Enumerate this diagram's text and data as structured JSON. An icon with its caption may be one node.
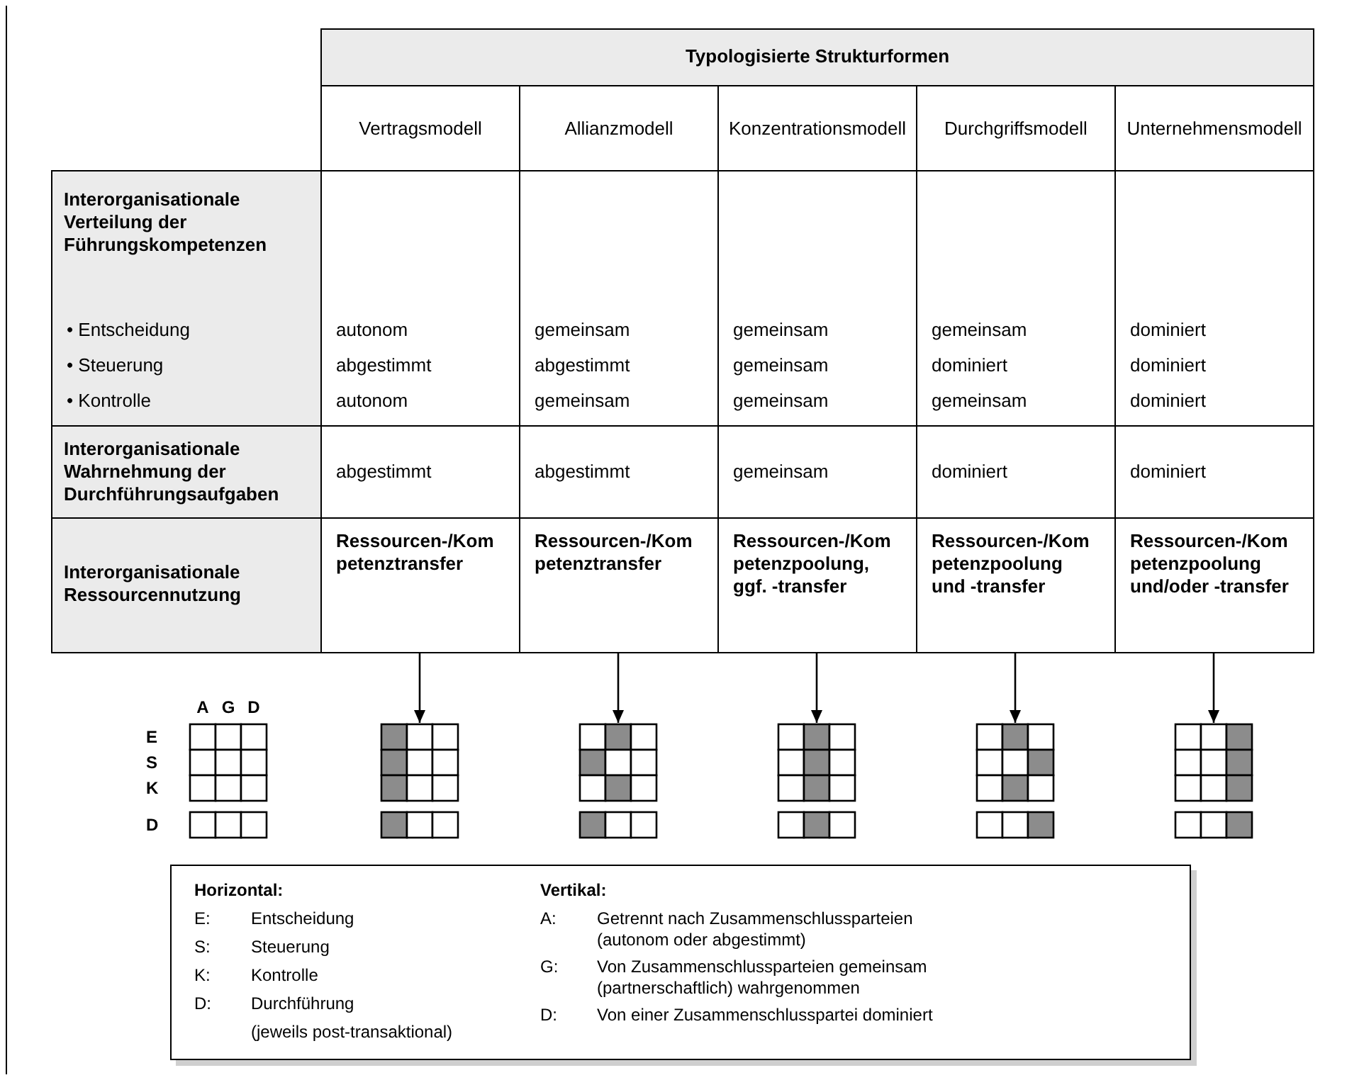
{
  "diagram": {
    "nodes": [
      {
        "text": [
          "Ressourcen-/Kompetenztransfer"
        ]
      },
      {
        "text": [
          "Ressourcen-/Kompetenztransfer"
        ]
      },
      {
        "text": [
          "Ressourcen-/Kompetenzpoolung, ggf. -transfer"
        ]
      },
      {
        "text": [
          "Ressourcen-/Kompetenzpoolung und -transfer"
        ]
      },
      {
        "text": [
          "Ressourcen-/Kompetenzpoolung und/oder -transfer"
        ]
      },
      {
        "text": [],
        "shape": "grid"
      },
      {
        "text": [],
        "shape": "grid"
      },
      {
        "text": [],
        "shape": "grid"
      },
      {
        "text": [],
        "shape": "grid"
      },
      {
        "text": [],
        "shape": "grid"
      },
      {
        "text": [],
        "shape": "grid"
      }
    ],
    "edges": [
      {
        "from": 0,
        "to": 6,
        "arrow": "to"
      },
      {
        "from": 1,
        "to": 7,
        "arrow": "to"
      },
      {
        "from": 2,
        "to": 8,
        "arrow": "to"
      },
      {
        "from": 3,
        "to": 9,
        "arrow": "to"
      },
      {
        "from": 4,
        "to": 10,
        "arrow": "to"
      }
    ],
    "labels": [
      "Typologisierte Strukturformen",
      "Vertragsmodell",
      "Allianzmodell",
      "Konzentrationsmodell",
      "Durchgriffsmodell",
      "Unternehmensmodell",
      "Interorganisationale Verteilung der Führungskompetenzen",
      "• Entscheidung",
      "autonom",
      "gemeinsam",
      "gemeinsam",
      "gemeinsam",
      "dominiert",
      "• Steuerung",
      "abgestimmt",
      "abgestimmt",
      "gemeinsam",
      "dominiert",
      "dominiert",
      "• Kontrolle",
      "autonom",
      "gemeinsam",
      "gemeinsam",
      "gemeinsam",
      "dominiert",
      "Interorganisationale Wahrnehmung der Durchführungsaufgaben",
      "abgestimmt",
      "abgestimmt",
      "gemeinsam",
      "dominiert",
      "dominiert",
      "Interorganisationale Ressourcennutzung",
      "A",
      "G",
      "D",
      "E",
      "S",
      "K",
      "D",
      "Horizontal:",
      "E:",
      "Entscheidung",
      "S:",
      "Steuerung",
      "K:",
      "Kontrolle",
      "D:",
      "Durchführung",
      "(jeweils post-transaktional)",
      "Vertikal:",
      "A:",
      "Getrennt nach Zusammenschlussparteien (autonom oder abgestimmt)",
      "G:",
      "Von Zusammenschlussparteien gemeinsam (partnerschaftlich) wahrgenommen",
      "D:",
      "Von einer Zusammenschlusspartei dominiert"
    ]
  }
}
